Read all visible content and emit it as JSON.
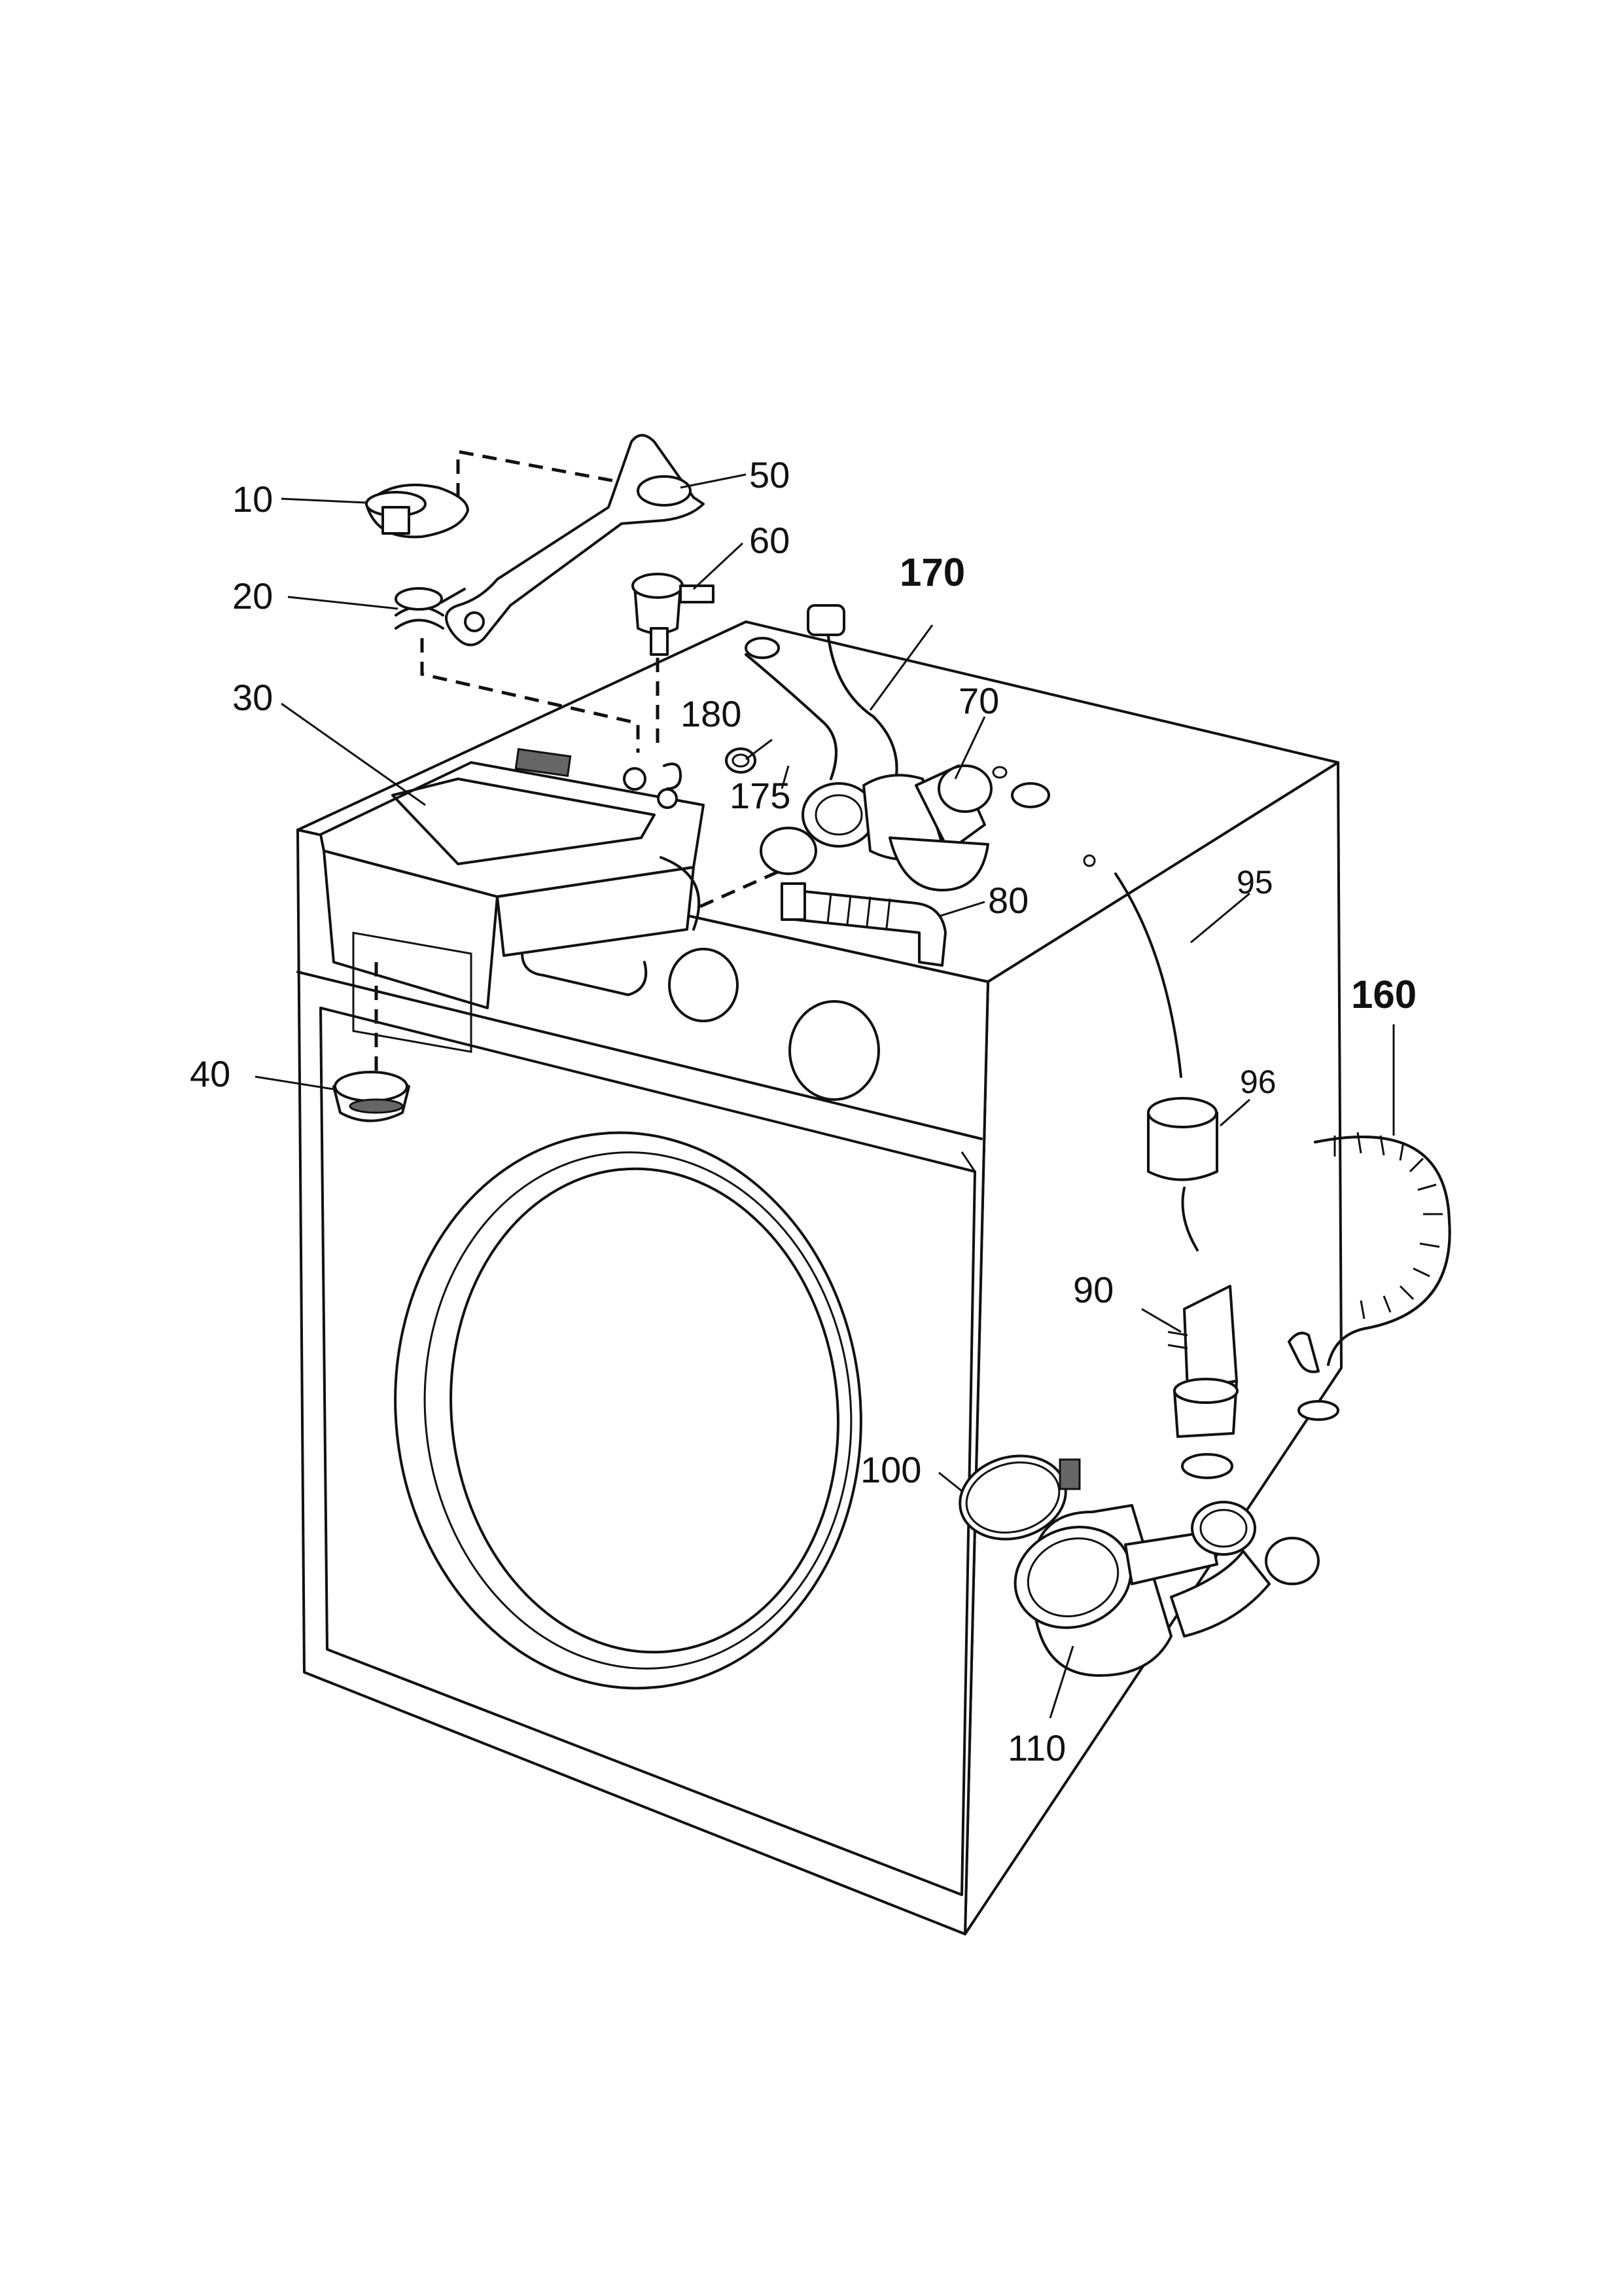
{
  "labels": {
    "p10": "10",
    "p20": "20",
    "p30": "30",
    "p40": "40",
    "p50": "50",
    "p60": "60",
    "p70": "70",
    "p80": "80",
    "p90": "90",
    "p95": "95",
    "p96": "96",
    "p100": "100",
    "p110": "110",
    "p160": "160",
    "p170": "170",
    "p175": "175",
    "p180": "180"
  }
}
